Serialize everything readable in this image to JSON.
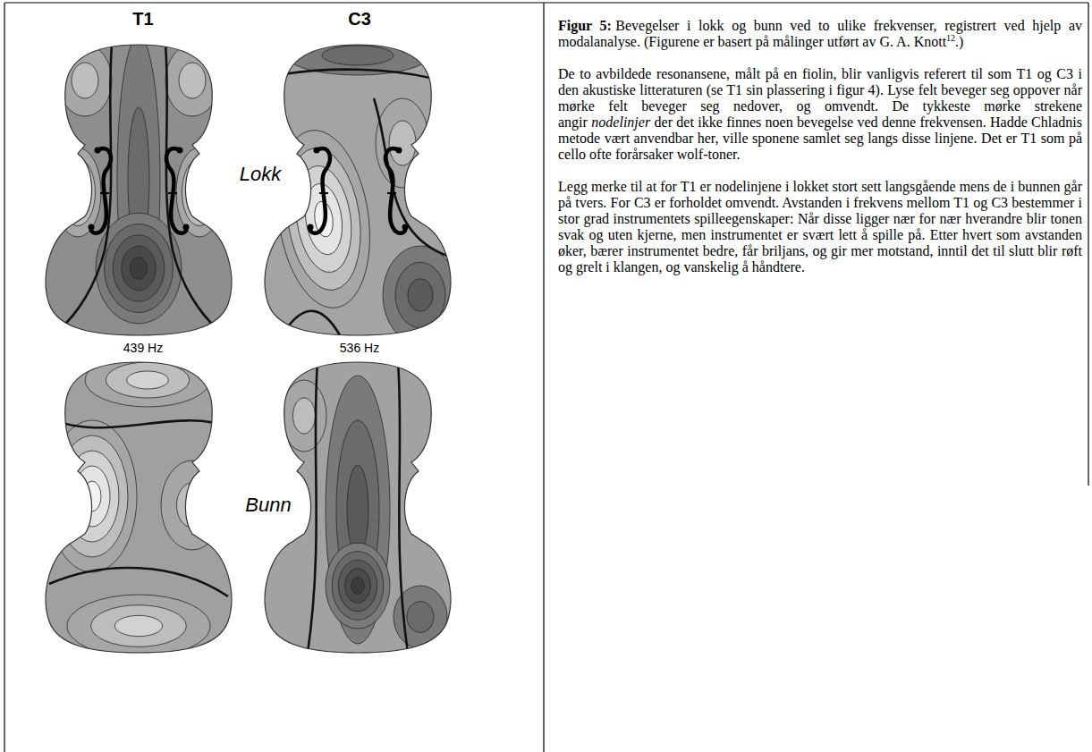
{
  "diagram": {
    "labels": [
      "T1",
      "C3",
      "Lokk",
      "439 Hz",
      "536 Hz",
      "Bunn",
      "Figur 5:",
      "Bevegelser i lokk og bunn ved to ulike frekvenser, registrert ved hjelp av modalanalyse. (Figurene er basert på målinger utført av G. A. Knott",
      "12",
      ".)",
      "De to avbildede resonansene, målt på en fiolin, blir vanligvis referert til som T1 og C3 i den akustiske litteraturen (se T1 sin plassering i figur 4). Lyse felt beveger seg oppover når mørke felt beveger seg nedover, og omvendt. De tykkeste mørke strekene angir",
      "nodelinjer",
      "der det ikke finnes noen bevegelse ved denne frekvensen. Hadde Chladnis metode vært anvendbar her, ville sponene samlet seg langs disse linjene. Det er T1 som på cello ofte forårsaker wolf-toner.",
      "Legg merke til at for T1 er nodelinjene i lokket stort sett langsgående mens de i bunnen går på tvers. For C3 er forholdet omvendt. Avstanden i frekvens mellom T1 og C3 bestemmer i stor grad instrumentets spilleegenskaper: Når disse ligger nær for nær hverandre blir tonen svak og uten kjerne, men instrumentet er svært lett å spille på. Etter hvert som avstanden øker, bærer instrumentet bedre, får briljans, og gir mer motstand, inntil det til slutt blir røft og grelt i klangen, og vanskelig å håndtere."
    ]
  }
}
